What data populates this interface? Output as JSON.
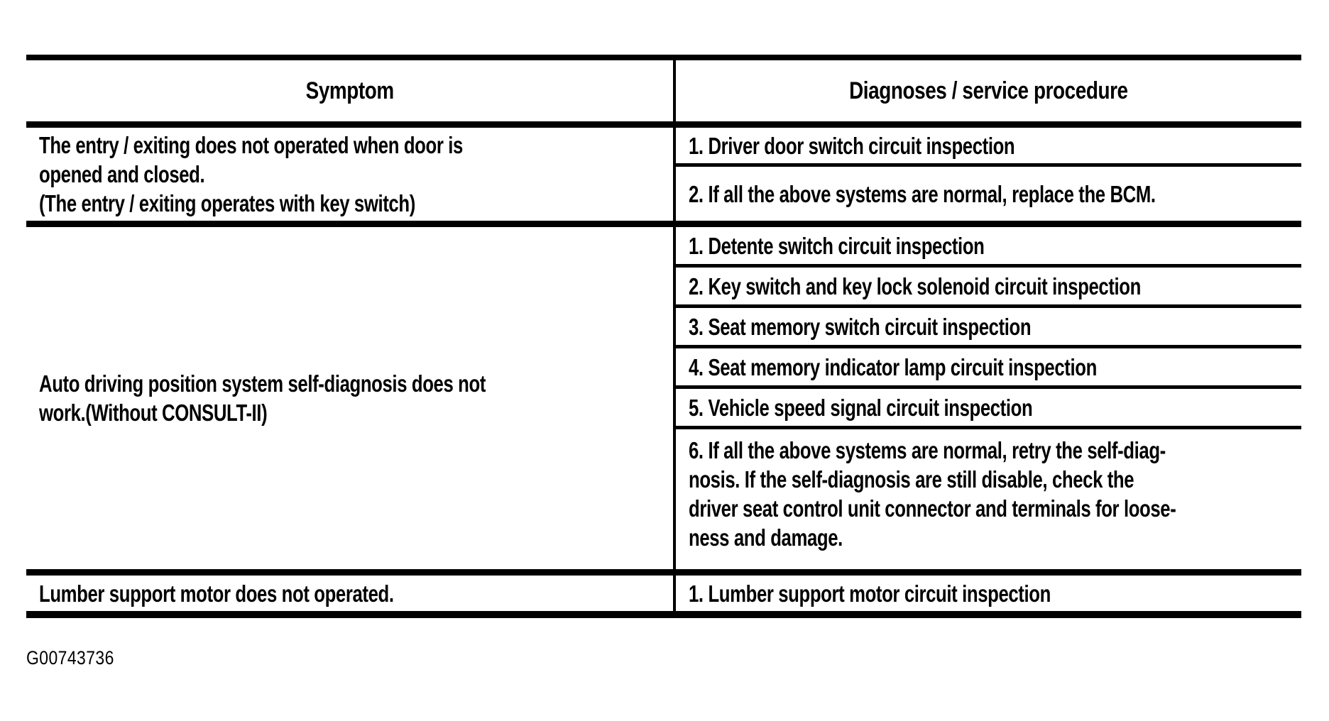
{
  "figure_id": "G00743736",
  "table": {
    "headers": {
      "symptom": "Symptom",
      "diagnoses": "Diagnoses / service procedure"
    },
    "rows": [
      {
        "symptom": "The entry / exiting does not operated when door is\nopened and closed.\n(The entry / exiting operates with key switch)",
        "procedures": [
          "1. Driver door switch circuit inspection",
          "2. If all the above systems are normal, replace the BCM."
        ]
      },
      {
        "symptom": "Auto driving position system self-diagnosis does not\nwork.(Without CONSULT-II)",
        "procedures": [
          "1. Detente switch circuit inspection",
          "2. Key switch and key lock solenoid circuit inspection",
          "3. Seat memory switch circuit inspection",
          "4. Seat memory indicator lamp circuit inspection",
          "5. Vehicle speed signal circuit inspection",
          "6. If all the above systems are normal, retry the self-diag-\nnosis. If the self-diagnosis are still disable, check the\ndriver seat control unit connector and terminals for loose-\nness and damage."
        ]
      },
      {
        "symptom": "Lumber support motor does not operated.",
        "procedures": [
          "1. Lumber support motor circuit inspection"
        ]
      }
    ]
  }
}
